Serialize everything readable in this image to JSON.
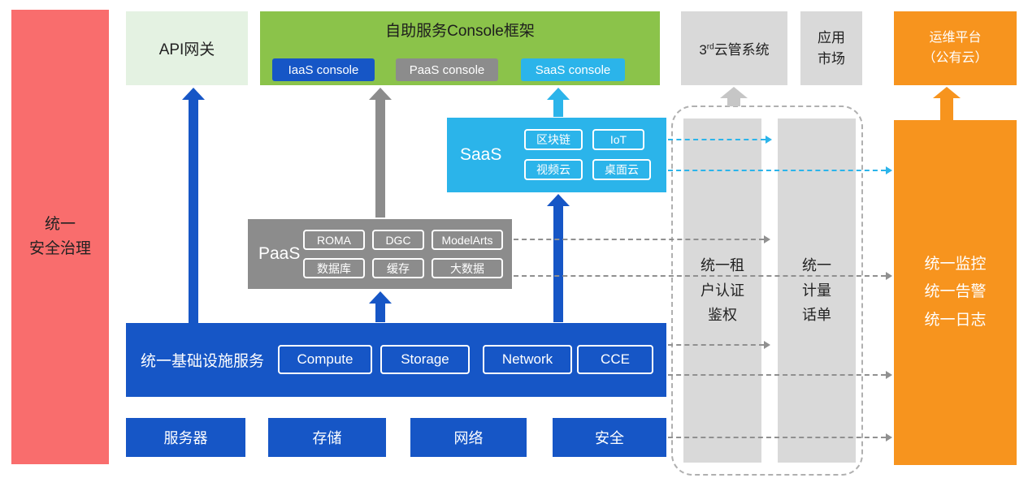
{
  "security": {
    "label": "统一\n安全治理"
  },
  "api_gateway": {
    "label": "API网关"
  },
  "console": {
    "title": "自助服务Console框架",
    "iaas": "IaaS console",
    "paas": "PaaS console",
    "saas": "SaaS console"
  },
  "third_party_cloud": {
    "prefix": "3",
    "sup": "rd",
    "suffix": "云管系统"
  },
  "app_market": {
    "label": "应用\n市场"
  },
  "ops_platform": {
    "label": "运维平台\n（公有云）"
  },
  "saas": {
    "label": "SaaS",
    "items": [
      "区块链",
      "IoT",
      "视频云",
      "桌面云"
    ]
  },
  "paas": {
    "label": "PaaS",
    "items": [
      "ROMA",
      "DGC",
      "ModelArts",
      "数据库",
      "缓存",
      "大数据"
    ]
  },
  "iaas": {
    "label": "统一基础设施服务",
    "items": [
      "Compute",
      "Storage",
      "Network",
      "CCE"
    ]
  },
  "hardware": {
    "items": [
      "服务器",
      "存储",
      "网络",
      "安全"
    ]
  },
  "pillars": {
    "auth": "统一租\n户认证\n鉴权",
    "metering": "统一\n计量\n话单",
    "monitoring": "统一监控\n统一告警\n统一日志"
  },
  "colors": {
    "red": "#F96D6D",
    "light_green": "#E4F2E2",
    "green": "#8BC34A",
    "blue": "#1656C6",
    "gray": "#8C8C8C",
    "light_gray": "#D9D9D9",
    "cyan": "#2BB4EA",
    "orange": "#F7941E"
  }
}
